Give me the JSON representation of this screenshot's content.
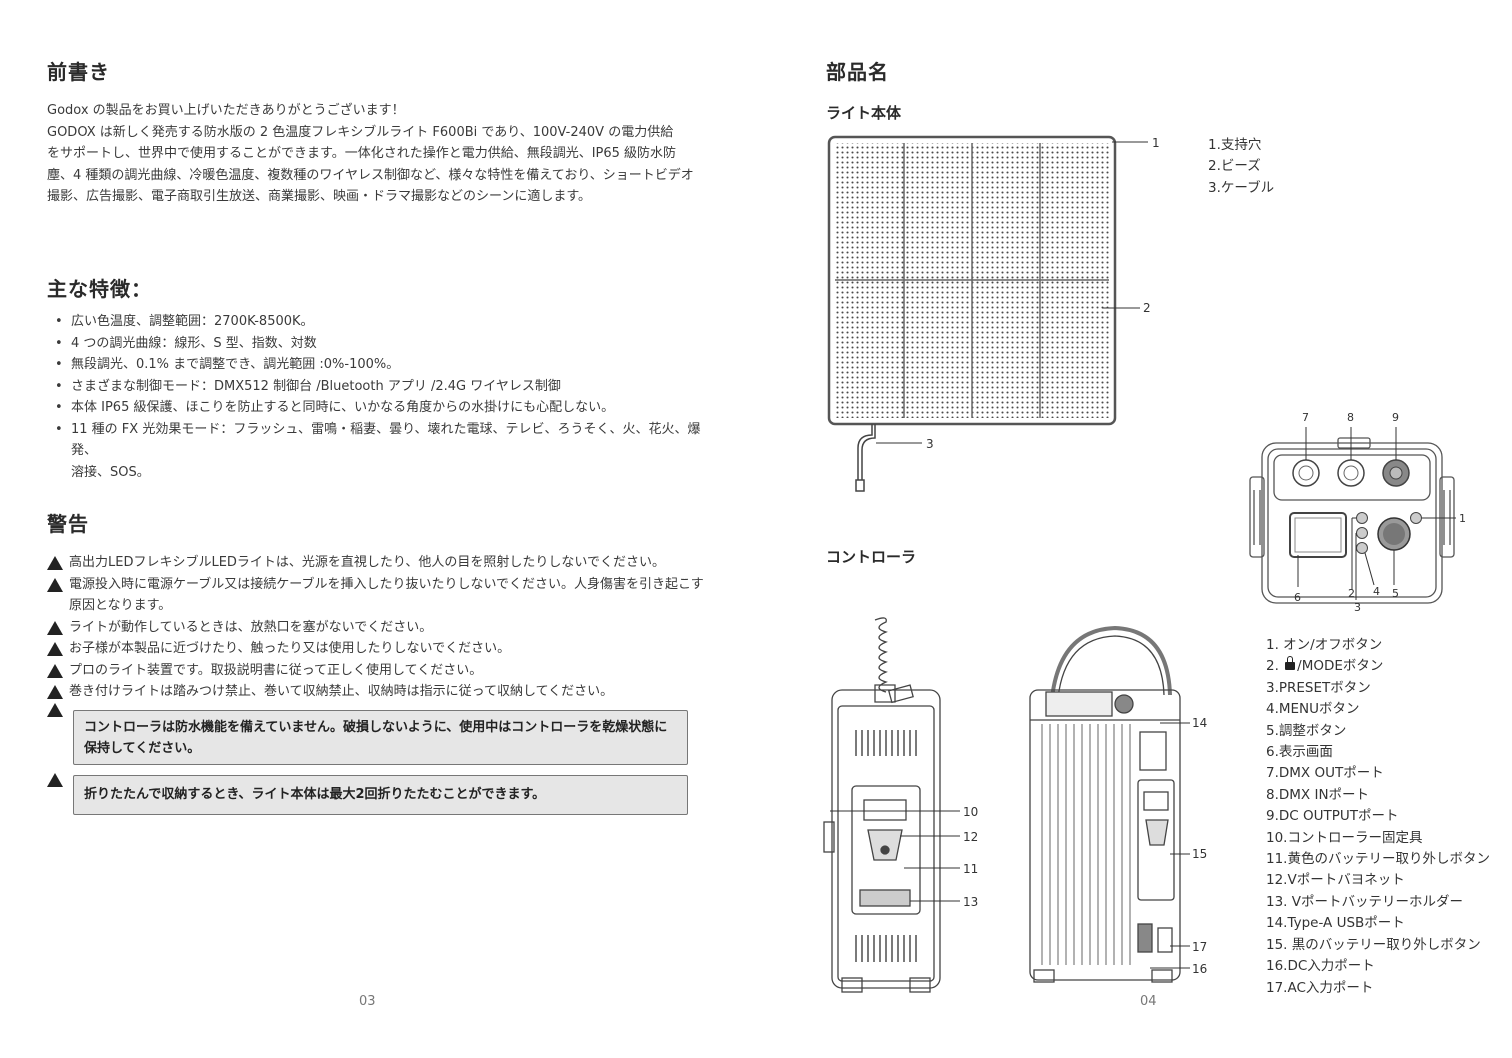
{
  "left": {
    "intro": {
      "title": "前書き",
      "lines": [
        "Godox の製品をお買い上げいただきありがとうございます！",
        "GODOX は新しく発売する防水版の 2 色温度フレキシブルライト F600Bi であり、100V-240V の電力供給",
        "をサポートし、世界中で使用することができます。一体化された操作と電力供給、無段調光、IP65 級防水防",
        "塵、4 種類の調光曲線、冷暖色温度、複数種のワイヤレス制御など、様々な特性を備えており、ショートビデオ",
        "撮影、広告撮影、電子商取引生放送、商業撮影、映画・ドラマ撮影などのシーンに適します。"
      ]
    },
    "features": {
      "title": "主な特徴：",
      "items": [
        "広い色温度、調整範囲：2700K-8500K。",
        "4 つの調光曲線：線形、S 型、指数、対数",
        "無段調光、0.1% まで調整でき、調光範囲 :0%-100%。",
        "さまざまな制御モード：DMX512 制御台 /Bluetooth アプリ /2.4G ワイヤレス制御",
        "本体 IP65 級保護、ほこりを防止すると同時に、いかなる角度からの水掛けにも心配しない。",
        "11 種の FX 光効果モード：フラッシュ、雷鳴・稲妻、曇り、壊れた電球、テレビ、ろうそく、火、花火、爆発、",
        "溶接、SOS。"
      ]
    },
    "warnings": {
      "title": "警告",
      "items": [
        "高出力LEDフレキシブルLEDライトは、光源を直視したり、他人の目を照射したりしないでください。",
        "電源投入時に電源ケーブル又は接続ケーブルを挿入したり抜いたりしないでください。人身傷害を引き起こす",
        "原因となります。",
        "ライトが動作しているときは、放熱口を塞がないでください。",
        "お子様が本製品に近づけたり、触ったり又は使用したりしないでください。",
        "プロのライト装置です。取扱説明書に従って正しく使用してください。",
        "巻き付けライトは踏みつけ禁止、巻いて収納禁止、収納時は指示に従って収納してください。"
      ],
      "note1": [
        "コントローラは防水機能を備えていません。破損しないように、使用中はコントローラを乾燥状態に",
        "保持してください。"
      ],
      "note2": "折りたたんで収納するとき、ライト本体は最大2回折りたたむことができます。"
    },
    "page_number": "03"
  },
  "right": {
    "title": "部品名",
    "light_body": {
      "title": "ライト本体",
      "parts": [
        "1.支持穴",
        "2.ビーズ",
        "3.ケーブル"
      ],
      "callouts": [
        "1",
        "2",
        "3"
      ]
    },
    "controller": {
      "title": "コントローラ",
      "parts": [
        "1. オン/オフボタン",
        "2. /MODEボタン",
        "3.PRESETボタン",
        "4.MENUボタン",
        "5.調整ボタン",
        "6.表示画面",
        "7.DMX OUTポート",
        "8.DMX INポート",
        "9.DC OUTPUTポート",
        "10.コントローラー固定具",
        "11.黄色のバッテリー取り外しボタン",
        "12.Vポートバヨネット",
        "13. Vポートバッテリーホルダー",
        "14.Type-A USBポート",
        "15. 黒のバッテリー取り外しボタン",
        "16.DC入力ポート",
        "17.AC入力ポート"
      ],
      "panel_callouts": [
        "7",
        "8",
        "9",
        "1",
        "6",
        "2",
        "3",
        "4",
        "5"
      ],
      "side_callouts": [
        "10",
        "12",
        "11",
        "13"
      ],
      "front_callouts": [
        "14",
        "15",
        "17",
        "16"
      ]
    },
    "page_number": "04"
  }
}
